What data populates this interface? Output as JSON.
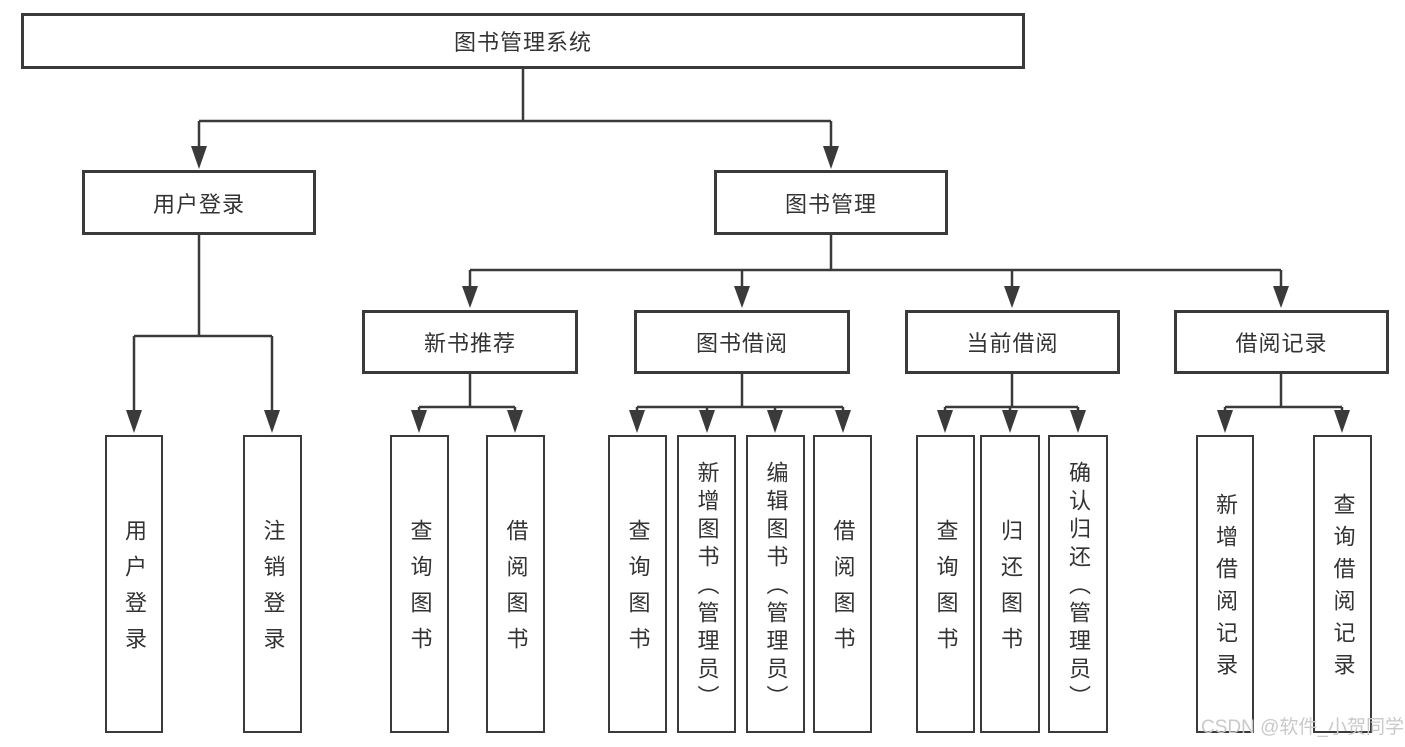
{
  "diagram_type": "hierarchy-tree",
  "colors": {
    "line": "#3a3a3a",
    "box_border": "#3a3a3a",
    "box_fill": "#ffffff",
    "text": "#333333",
    "watermark": "#c9c9c9",
    "background": "#ffffff"
  },
  "tree": {
    "label": "图书管理系统",
    "children": [
      {
        "label": "用户登录",
        "children": [
          {
            "label": "用户登录"
          },
          {
            "label": "注销登录"
          }
        ]
      },
      {
        "label": "图书管理",
        "children": [
          {
            "label": "新书推荐",
            "children": [
              {
                "label": "查询图书"
              },
              {
                "label": "借阅图书"
              }
            ]
          },
          {
            "label": "图书借阅",
            "children": [
              {
                "label": "查询图书"
              },
              {
                "label": "新增图书（管理员）"
              },
              {
                "label": "编辑图书（管理员）"
              },
              {
                "label": "借阅图书"
              }
            ]
          },
          {
            "label": "当前借阅",
            "children": [
              {
                "label": "查询图书"
              },
              {
                "label": "归还图书"
              },
              {
                "label": "确认归还（管理员）"
              }
            ]
          },
          {
            "label": "借阅记录",
            "children": [
              {
                "label": "新增借阅记录"
              },
              {
                "label": "查询借阅记录"
              }
            ]
          }
        ]
      }
    ]
  },
  "watermark": {
    "text": "CSDN @软件_小贺同学"
  }
}
